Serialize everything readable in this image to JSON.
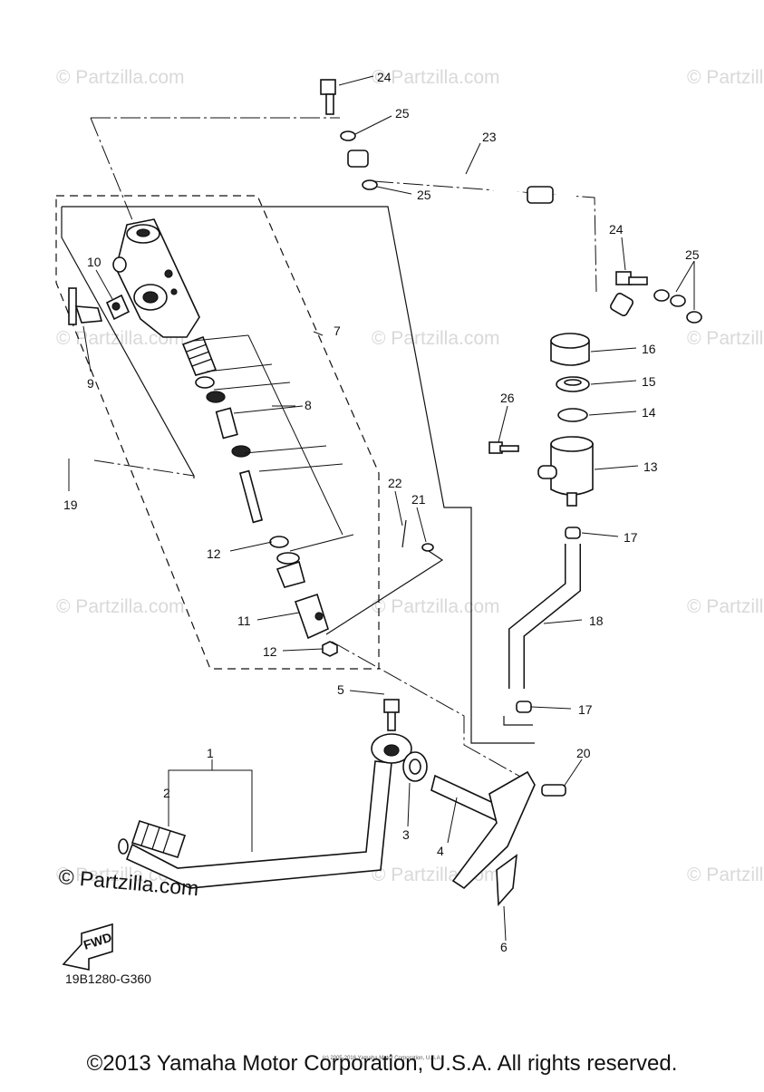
{
  "watermarks": [
    "© Partzilla.com",
    "© Partzilla.com",
    "© Partzilla.com",
    "© Partzilla.com",
    "© Partzilla.com",
    "© Partzilla.com",
    "© Partzilla.com",
    "© Partzilla.com",
    "© Partzilla.com",
    "© Partzilla.com",
    "© Partzilla.com",
    "© Partzilla.com"
  ],
  "logo": "© Partzilla.com",
  "fwd_label": "FWD",
  "diagram_code": "19B1280-G360",
  "footer": "©2013 Yamaha Motor Corporation, U.S.A. All rights reserved.",
  "tiny_credit": "(c) 2005-2016 Yamaha Motor Corporation, U.S.A.",
  "callouts": [
    "24",
    "25",
    "23",
    "25",
    "24",
    "25",
    "10",
    "9",
    "7",
    "8",
    "16",
    "15",
    "26",
    "14",
    "13",
    "19",
    "22",
    "21",
    "12",
    "17",
    "11",
    "18",
    "12",
    "5",
    "17",
    "1",
    "20",
    "2",
    "3",
    "4",
    "6"
  ]
}
